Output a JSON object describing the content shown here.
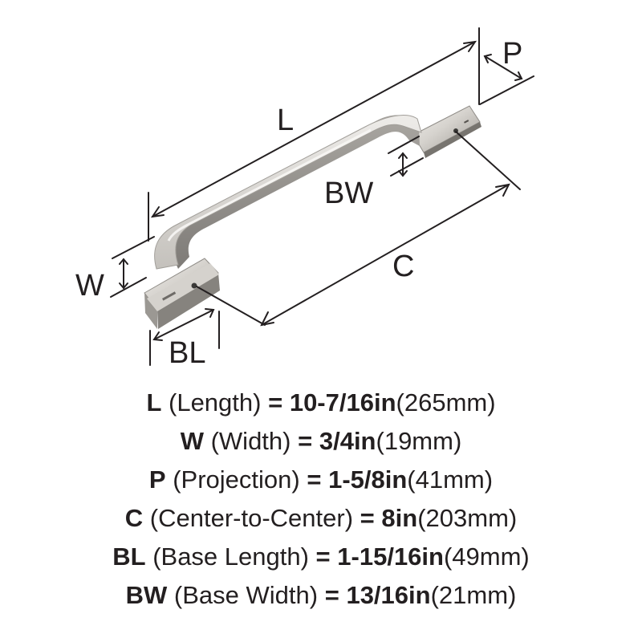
{
  "colors": {
    "ink": "#231f20",
    "metal_light": "#e9e7e4",
    "metal_mid": "#c9c6c1",
    "metal_dark": "#7d7a76",
    "background": "#ffffff"
  },
  "diagram": {
    "labels": {
      "L": "L",
      "P": "P",
      "BW": "BW",
      "W": "W",
      "C": "C",
      "BL": "BL"
    }
  },
  "specs": [
    {
      "code": "L",
      "name": "(Length)",
      "eq": "=",
      "imperial": "10-7/16in",
      "metric": "(265mm)"
    },
    {
      "code": "W",
      "name": "(Width)",
      "eq": "=",
      "imperial": "3/4in",
      "metric": "(19mm)"
    },
    {
      "code": "P",
      "name": "(Projection)",
      "eq": "=",
      "imperial": "1-5/8in",
      "metric": "(41mm)"
    },
    {
      "code": "C",
      "name": "(Center-to-Center)",
      "eq": "=",
      "imperial": "8in",
      "metric": "(203mm)"
    },
    {
      "code": "BL",
      "name": "(Base Length)",
      "eq": "=",
      "imperial": "1-15/16in",
      "metric": "(49mm)"
    },
    {
      "code": "BW",
      "name": "(Base Width)",
      "eq": "=",
      "imperial": "13/16in",
      "metric": "(21mm)"
    }
  ]
}
